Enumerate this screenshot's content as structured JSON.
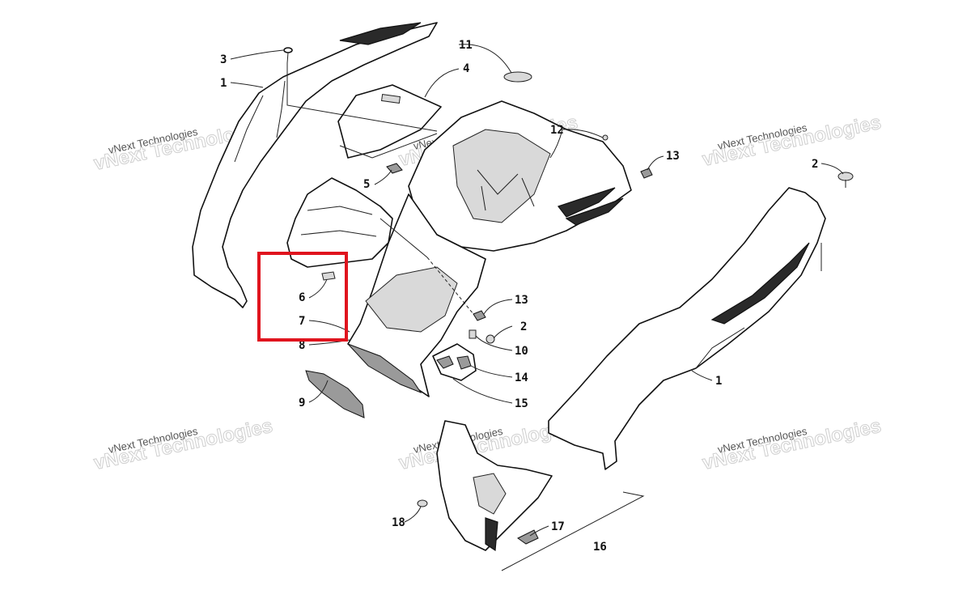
{
  "diagram": {
    "callouts": {
      "c1a": "1",
      "c1b": "1",
      "c2a": "2",
      "c2b": "2",
      "c3": "3",
      "c4": "4",
      "c5": "5",
      "c6": "6",
      "c7": "7",
      "c8": "8",
      "c9": "9",
      "c10": "10",
      "c11": "11",
      "c12": "12",
      "c13a": "13",
      "c13b": "13",
      "c14": "14",
      "c15": "15",
      "c16": "16",
      "c17": "17",
      "c18": "18"
    },
    "watermark": {
      "line1": "vNext Technologies",
      "line2": "vNext Technologies"
    },
    "highlight_color": "#e0141e"
  }
}
